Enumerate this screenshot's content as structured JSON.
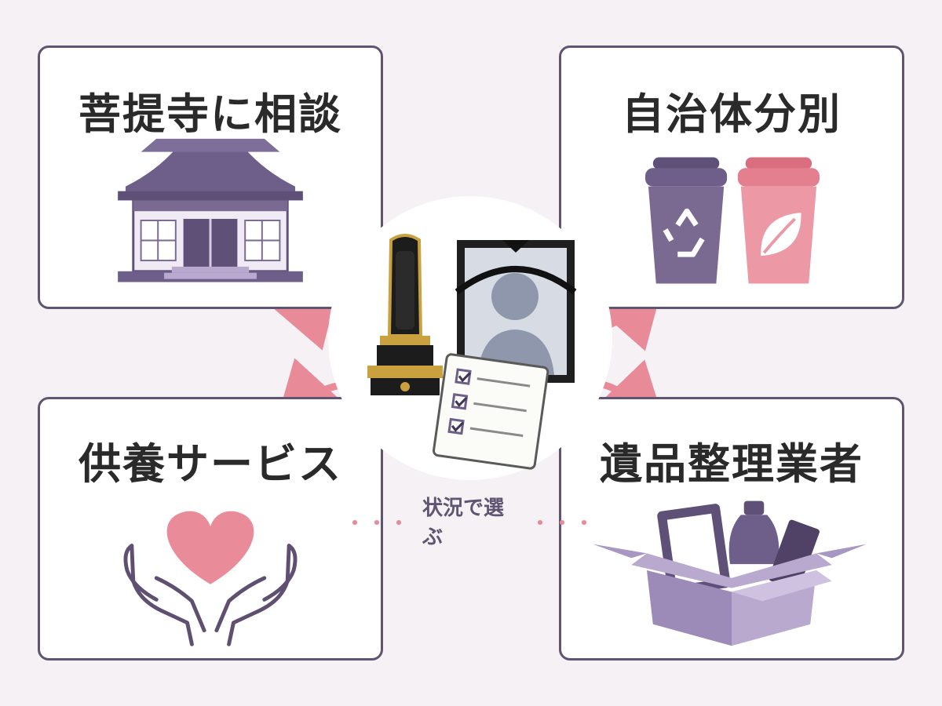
{
  "panels": {
    "top_left": {
      "title": "菩提寺に相談",
      "icon": "temple-icon"
    },
    "top_right": {
      "title": "自治体分別",
      "icon": "trash-bins-icon"
    },
    "bottom_left": {
      "title": "供養サービス",
      "icon": "heart-hands-icon"
    },
    "bottom_right": {
      "title": "遺品整理業者",
      "icon": "moving-box-icon"
    }
  },
  "center": {
    "items": [
      "buddhist-tablet-icon",
      "memorial-portrait-icon",
      "checklist-icon"
    ]
  },
  "footer": {
    "label": "状況で選ぶ",
    "dots_left": "・・・",
    "dots_right": "・・・"
  },
  "colors": {
    "frame": "#5f5472",
    "purple": "#7a6a92",
    "pink": "#e88a98",
    "background": "#f6f1f4"
  }
}
